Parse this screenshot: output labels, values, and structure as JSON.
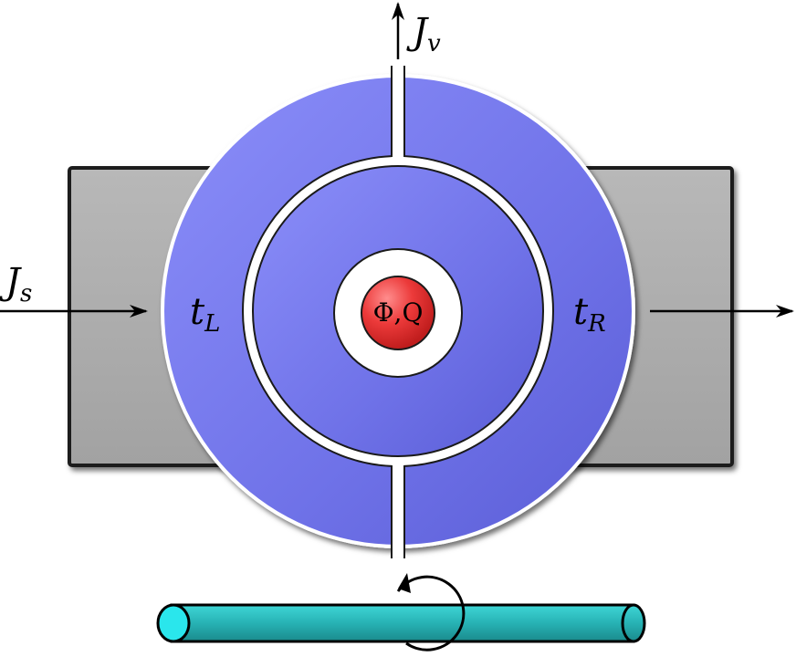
{
  "labels": {
    "jv_main": "J",
    "jv_sub": "v",
    "js_main": "J",
    "js_sub": "s",
    "tl_main": "t",
    "tl_sub": "L",
    "tr_main": "t",
    "tr_sub": "R",
    "center": "Φ,Q"
  },
  "colors": {
    "ring": "#6f72e8",
    "ring_light": "#8b8ef7",
    "lead": "#a9a9a9",
    "dot": "#e53030",
    "rod": "#2ab7b7",
    "rod_cap": "#21e4e9",
    "arrow": "#000000"
  }
}
